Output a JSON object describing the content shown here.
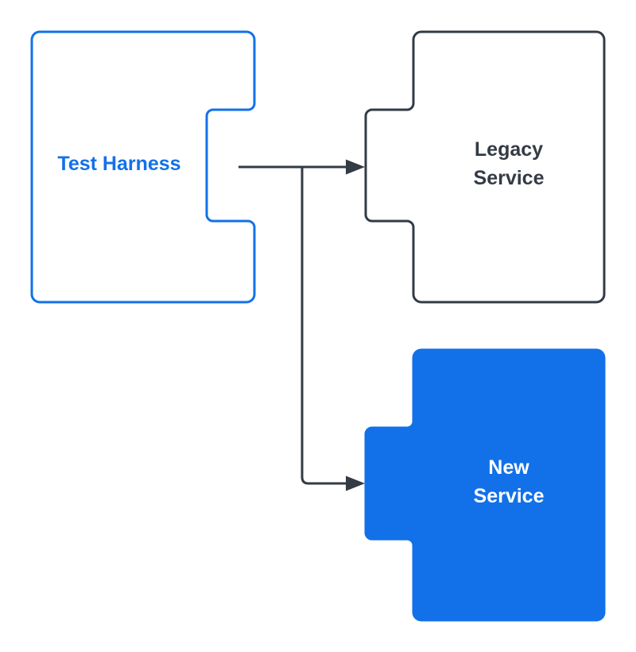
{
  "diagram": {
    "background_color": "#ffffff",
    "colors": {
      "accent_blue": "#1271e8",
      "dark_slate": "#333b45",
      "white": "#ffffff"
    },
    "nodes": [
      {
        "id": "test-harness",
        "label": "Test Harness",
        "shape": "puzzle-piece-socket-right",
        "fill": "#ffffff",
        "stroke": "#1271e8",
        "text_color": "#1271e8"
      },
      {
        "id": "legacy-service",
        "label": "Legacy\nService",
        "shape": "puzzle-piece-tab-left",
        "fill": "#ffffff",
        "stroke": "#333b45",
        "text_color": "#333b45"
      },
      {
        "id": "new-service",
        "label": "New\nService",
        "shape": "puzzle-piece-tab-left",
        "fill": "#1271e8",
        "stroke": "#1271e8",
        "text_color": "#ffffff"
      }
    ],
    "edges": [
      {
        "id": "edge-to-legacy",
        "from": "test-harness",
        "to": "legacy-service",
        "type": "arrow",
        "color": "#333b45"
      },
      {
        "id": "edge-to-new",
        "from": "test-harness",
        "to": "new-service",
        "type": "arrow",
        "color": "#333b45"
      }
    ]
  }
}
